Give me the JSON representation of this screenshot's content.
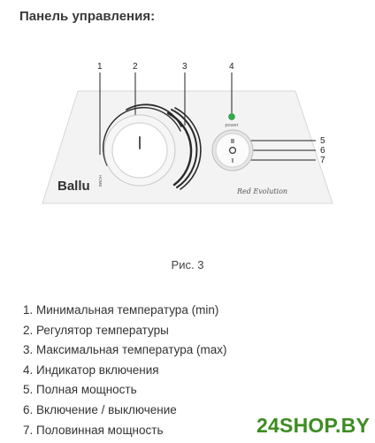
{
  "header": {
    "title": "Панель управления:"
  },
  "diagram": {
    "callouts": [
      "1",
      "2",
      "3",
      "4",
      "5",
      "6",
      "7"
    ],
    "brand_logo": "Ballu",
    "brand_sub": "HOME",
    "power_label": "power",
    "series_script": "Red Evolution",
    "switch_positions": {
      "top": "II",
      "bottom": "I"
    }
  },
  "caption": "Рис. 3",
  "legend": [
    "1. Минимальная температура (min)",
    "2. Регулятор температуры",
    "3. Максимальная температура (max)",
    "4. Индикатор включения",
    "5.  Полная мощность",
    "6. Включение / выключение",
    "7. Половинная мощность"
  ],
  "watermark": "24SHOP.BY",
  "colors": {
    "indicator_green": "#2fae4a",
    "watermark_green": "#3d8c21",
    "panel_fill": "#f3f3f3"
  },
  "icons": [
    "power-indicator-icon",
    "rocker-switch-icon"
  ]
}
